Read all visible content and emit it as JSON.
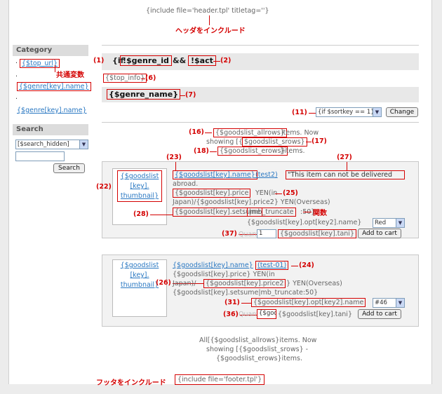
{
  "header": {
    "include": "{include file='header.tpl' titletag=''}",
    "note": "ヘッダをインクルード"
  },
  "sidebar": {
    "category_title": "Category",
    "top_url": "{$top_url}",
    "common_var_note": "共通変数",
    "genre_link1": "{$genre[key].name}",
    "genre_link2": "{$genre[key].name}",
    "search_title": "Search",
    "search_select": "[$search_hidden]",
    "search_button": "Search"
  },
  "top": {
    "cond_prefix": "{if",
    "genre_id": "!$genre_id",
    "and": "&&",
    "act": "!$act",
    "top_info": "{$top_info}",
    "genre_name": "{$genre_name}"
  },
  "sort": {
    "value": "{if $sortkey == 1}",
    "button": "Change"
  },
  "counts": {
    "allrows": "{$goodslist_allrows}",
    "items_now": "items. Now",
    "showing": "showing [{",
    "srows": "$goodslist_srows}",
    "srows_tail": "",
    "erows": "{$goodslist_erows}",
    "items": "}items."
  },
  "item1": {
    "thumb": "{$goodslist [key]. thumbnail}",
    "name": "{$goodslist[key].name}",
    "test": "(test2)",
    "cannot": "\"This item can not be delivered",
    "abroad": "abroad.",
    "price": "{$goodslist[key].price",
    "yen": "YEN(in",
    "japan_price2": "Japan)/{$goodslist[key].price2} YEN(Overseas)",
    "setsume": "{$goodslist[key].setsume",
    "truncate": "|mb_truncate",
    "truncate_tail": ":50}",
    "func_note": "関数",
    "opt": "{$goodslist[key].opt[key2].name}",
    "opt_value": "Red",
    "qty_label": "Quantity",
    "qty_value": "1",
    "tani": "{$goodslist[key].tani}",
    "cart": "Add to cart"
  },
  "item2": {
    "thumb": "{$goodslist [key]. thumbnail}",
    "name": "{$goodslist[key].name}",
    "test": "(test-01)",
    "price_line": "{$goodslist[key].price} YEN(in",
    "japan": "Japan)/",
    "price2": "{$goodslist[key].price2",
    "overseas": "} YEN(Overseas)",
    "setsume": "{$goodslist[key].setsume|mb_truncate:50}",
    "opt": "{$goodslist[key].opt[key2].name",
    "opt_value": "#46",
    "qty_label": "Quantity",
    "qty_value": "{$goo",
    "tani": "{$goodslist[key].tani}",
    "cart": "Add to cart"
  },
  "footer": {
    "all1": "All[{$goodslist_allrows}items. Now",
    "all2": "showing [{$goodslist_srows} -",
    "all3": "{$goodslist_erows}items.",
    "note": "フッタをインクルード",
    "include": "{include file='footer.tpl'}"
  },
  "labels": {
    "l1": "(1)",
    "l2": "(2)",
    "l6": "(6)",
    "l7": "(7)",
    "l11": "(11)",
    "l16": "(16)",
    "l17": "(17)",
    "l18": "(18)",
    "l22": "(22)",
    "l23": "(23)",
    "l24": "(24)",
    "l25": "(25)",
    "l26": "(26)",
    "l27": "(27)",
    "l28": "(28)",
    "l31": "(31)",
    "l36": "(36)",
    "l37": "(37)"
  },
  "colors": {
    "annotation": "#d40000",
    "link": "#2a78c2",
    "panel": "#f2f2f2"
  }
}
